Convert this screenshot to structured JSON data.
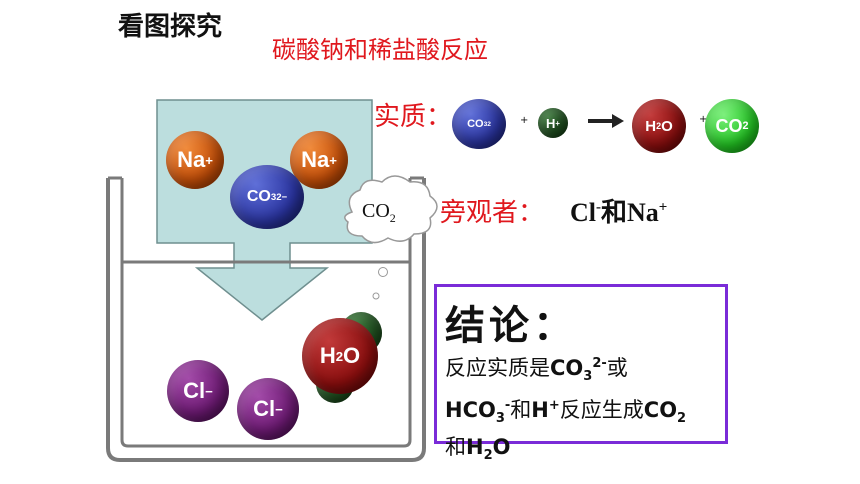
{
  "heading": "看图探究",
  "title": "碳酸钠和稀盐酸反应",
  "essence": {
    "label": "实质：",
    "reactant1": "CO3 2-",
    "plus1": "+",
    "reactant2": "H+",
    "product1": "H2O",
    "plus2": "+",
    "product2": "CO2"
  },
  "bystander": {
    "label": "旁观者：",
    "ions": "Cl- 和 Na+"
  },
  "beaker": {
    "sodium_ions": [
      "Na+",
      "Na+"
    ],
    "carbonate_ion": "CO3 2-",
    "chloride_ions": [
      "Cl-",
      "Cl-"
    ],
    "water": "H2O",
    "gas_bubble": "CO2"
  },
  "conclusion": {
    "title": "结论：",
    "line1": "反应实质是CO3 2-或",
    "line2": "HCO3 -和H+反应生成CO2",
    "line3": "和H2O"
  }
}
